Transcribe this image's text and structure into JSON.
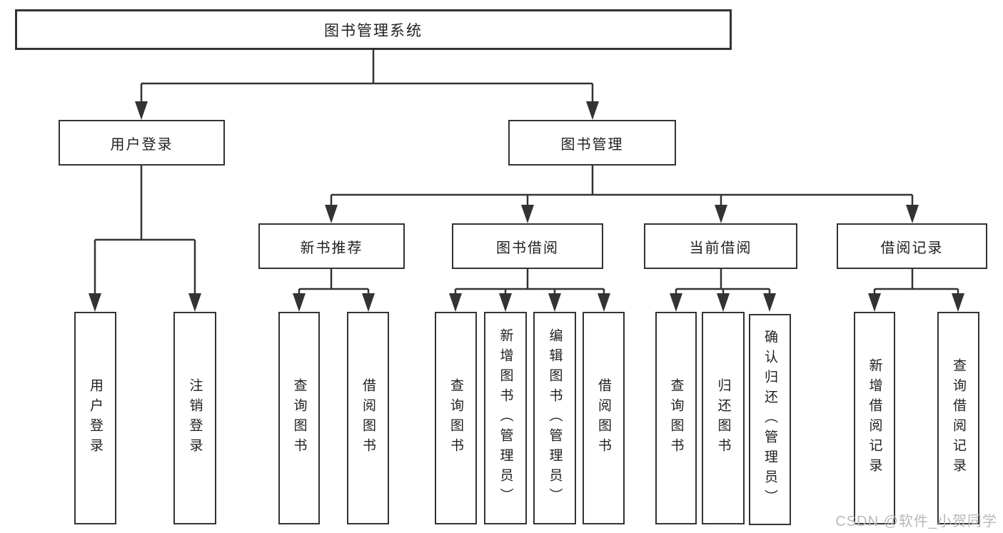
{
  "tree": {
    "root": {
      "label": "图书管理系统"
    },
    "branches": [
      {
        "label": "用户登录",
        "children": [
          {
            "label": "用户登录"
          },
          {
            "label": "注销登录"
          }
        ]
      },
      {
        "label": "图书管理",
        "children": [
          {
            "label": "新书推荐",
            "children": [
              {
                "label": "查询图书"
              },
              {
                "label": "借阅图书"
              }
            ]
          },
          {
            "label": "图书借阅",
            "children": [
              {
                "label": "查询图书"
              },
              {
                "label": "新增图书（管理员）"
              },
              {
                "label": "编辑图书（管理员）"
              },
              {
                "label": "借阅图书"
              }
            ]
          },
          {
            "label": "当前借阅",
            "children": [
              {
                "label": "查询图书"
              },
              {
                "label": "归还图书"
              },
              {
                "label": "确认归还（管理员）"
              }
            ]
          },
          {
            "label": "借阅记录",
            "children": [
              {
                "label": "新增借阅记录"
              },
              {
                "label": "查询借阅记录"
              }
            ]
          }
        ]
      }
    ]
  },
  "watermark": {
    "text": "CSDN @软件_小贺同学"
  },
  "colors": {
    "line": "#333333",
    "box_background": "#ffffff",
    "text": "#1f1f1f",
    "watermark": "#b9b9b9"
  }
}
